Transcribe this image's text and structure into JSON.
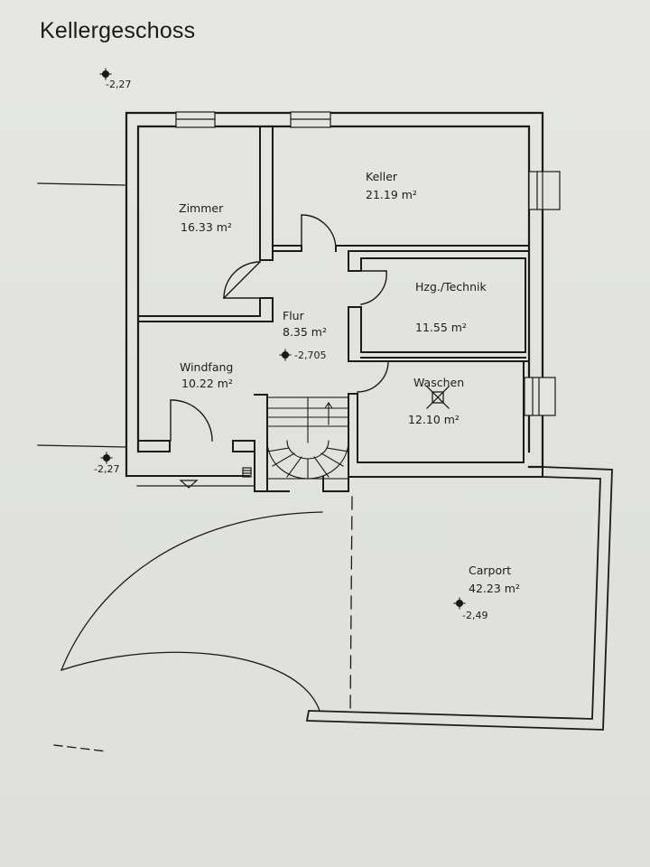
{
  "title": "Kellergeschoss",
  "rooms": [
    {
      "name": "Zimmer",
      "area": "16.33 m²"
    },
    {
      "name": "Keller",
      "area": "21.19 m²"
    },
    {
      "name": "Hzg./Technik",
      "area": "11.55 m²"
    },
    {
      "name": "Flur",
      "area": "8.35 m²"
    },
    {
      "name": "Windfang",
      "area": "10.22 m²"
    },
    {
      "name": "Waschen",
      "area": "12.10 m²"
    },
    {
      "name": "Carport",
      "area": "42.23 m²"
    }
  ],
  "levels": {
    "top_left": "-2,27",
    "entrance": "-2,27",
    "flur": "-2,705",
    "carport": "-2,49"
  },
  "colors": {
    "paper": "#e3e4e0",
    "ink": "#1a1a1a"
  }
}
